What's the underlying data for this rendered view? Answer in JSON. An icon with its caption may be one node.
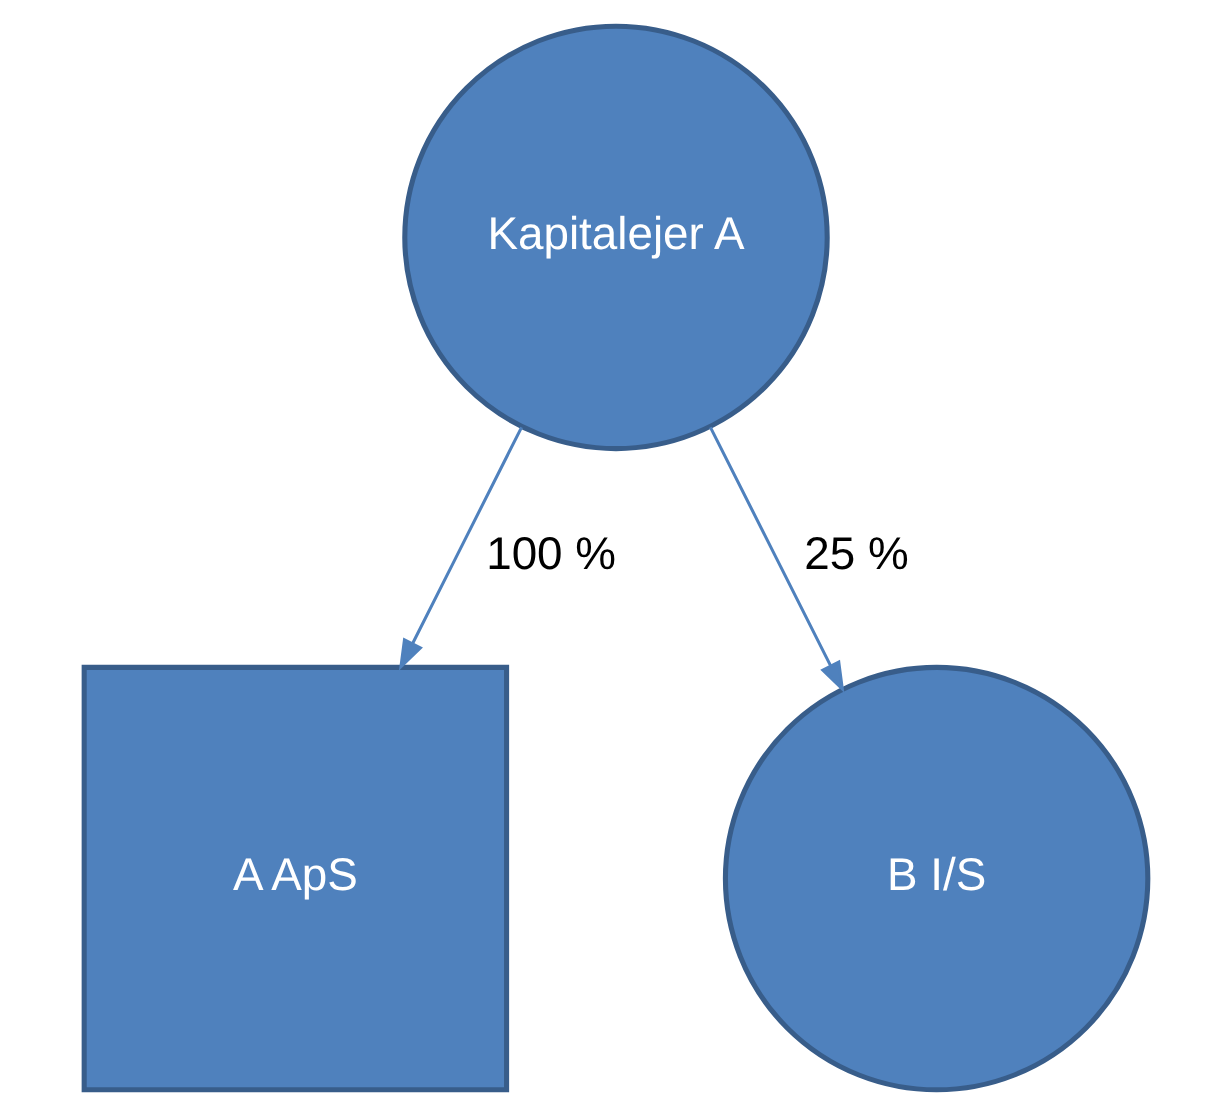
{
  "diagram": {
    "nodes": [
      {
        "text": [
          "Kapitalejer A"
        ]
      },
      {
        "text": [
          "A ApS"
        ]
      },
      {
        "text": [
          "B I/S"
        ]
      }
    ],
    "edges": [
      {
        "from": 0,
        "to": 1,
        "arrow": "to",
        "label": "100 %"
      },
      {
        "from": 0,
        "to": 2,
        "arrow": "to",
        "label": "25 %"
      }
    ]
  }
}
